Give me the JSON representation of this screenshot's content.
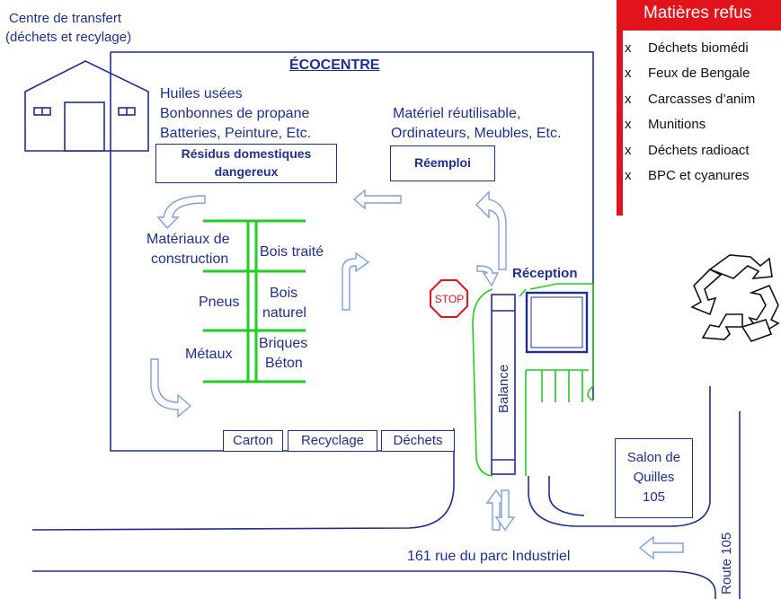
{
  "diagram": {
    "transfer_centre": {
      "line1": "Centre de transfert",
      "line2": "(déchets et recylage)"
    },
    "ecocentre_title": "ÉCOCENTRE",
    "hazardous_items": [
      "Huiles usées",
      "Bonbonnes de propane",
      "Batteries, Peinture, Etc."
    ],
    "hazardous_box": {
      "line1": "Résidus domestiques",
      "line2": "dangereux"
    },
    "reuse_items": [
      "Matériel réutilisable,",
      "Ordinateurs, Meubles, Etc."
    ],
    "reuse_box": "Réemploi",
    "materials": {
      "construction": {
        "line1": "Matériaux de",
        "line2": "construction"
      },
      "treated_wood": "Bois traité",
      "tires": "Pneus",
      "natural_wood": {
        "line1": "Bois",
        "line2": "naturel"
      },
      "metals": "Métaux",
      "bricks": {
        "line1": "Briques",
        "line2": "Béton"
      }
    },
    "bins": [
      "Carton",
      "Recyclage",
      "Déchets"
    ],
    "stop_sign": "STOP",
    "reception": "Réception",
    "scale": "Balance",
    "bowling": {
      "line1": "Salon de",
      "line2": "Quilles",
      "line3": "105"
    },
    "street_address": "161 rue du parc Industriel",
    "route": "Route 105",
    "refused_title": "Matières refus",
    "refused_items": [
      "Déchets biomédi",
      "Feux de Bengale",
      "Carcasses d’anim",
      "Munitions",
      "Déchets radioact",
      "BPC et cyanures"
    ],
    "refused_marker": "x",
    "colors": {
      "text": "#1f2f8f",
      "green": "#22cc22",
      "red": "#e2131a",
      "arrow": "#7f9fdf"
    }
  }
}
